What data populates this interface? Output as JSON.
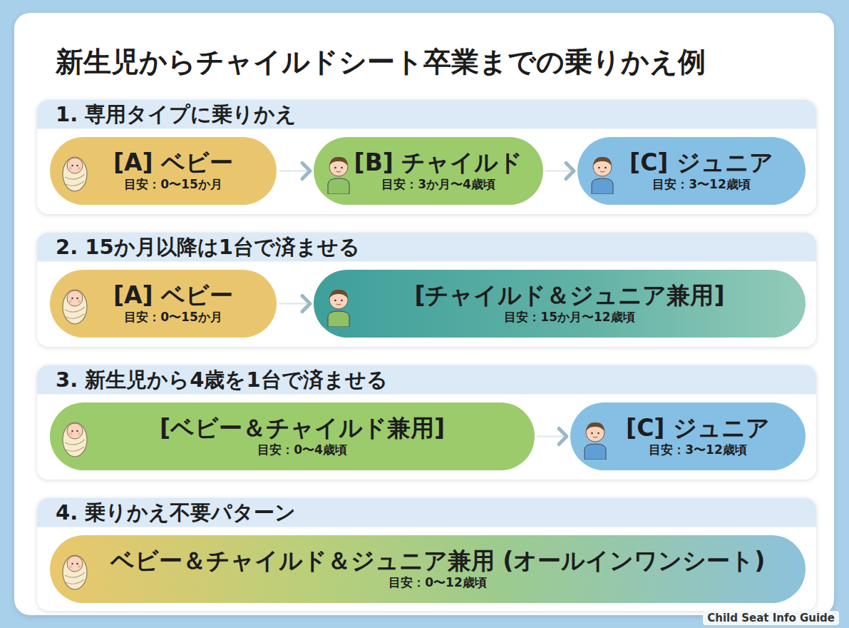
{
  "diagram": {
    "title": "新生児からチャイルドシート卒業までの乗りかえ例",
    "nodes": [
      {
        "text": [
          "1. 専用タイプに乗りかえ"
        ]
      },
      {
        "text": [
          "[A] ベビー",
          "目安：0〜15か月"
        ],
        "in": 0
      },
      {
        "text": [
          "[B] チャイルド",
          "目安：3か月〜4歳頃"
        ],
        "in": 0
      },
      {
        "text": [
          "[C] ジュニア",
          "目安：3〜12歳頃"
        ],
        "in": 0
      },
      {
        "text": [
          "2. 15か月以降は1台で済ませる"
        ]
      },
      {
        "text": [
          "[A] ベビー",
          "目安：0〜15か月"
        ],
        "in": 4
      },
      {
        "text": [
          "[チャイルド＆ジュニア兼用]",
          "目安：15か月〜12歳頃"
        ],
        "in": 4
      },
      {
        "text": [
          "3. 新生児から4歳を1台で済ませる"
        ]
      },
      {
        "text": [
          "[ベビー＆チャイルド兼用]",
          "目安：0〜4歳頃"
        ],
        "in": 7
      },
      {
        "text": [
          "[C] ジュニア",
          "目安：3〜12歳頃"
        ],
        "in": 7
      },
      {
        "text": [
          "4. 乗りかえ不要パターン"
        ]
      },
      {
        "text": [
          "ベビー＆チャイルド＆ジュニア兼用 (オールインワンシート)",
          "目安：0〜12歳頃"
        ],
        "in": 10
      }
    ],
    "edges": [
      {
        "from": 1,
        "to": 2,
        "arrow": "to"
      },
      {
        "from": 2,
        "to": 3,
        "arrow": "to"
      },
      {
        "from": 5,
        "to": 6,
        "arrow": "to"
      },
      {
        "from": 8,
        "to": 9,
        "arrow": "to"
      }
    ],
    "labels": [
      "Child Seat Info Guide"
    ]
  }
}
